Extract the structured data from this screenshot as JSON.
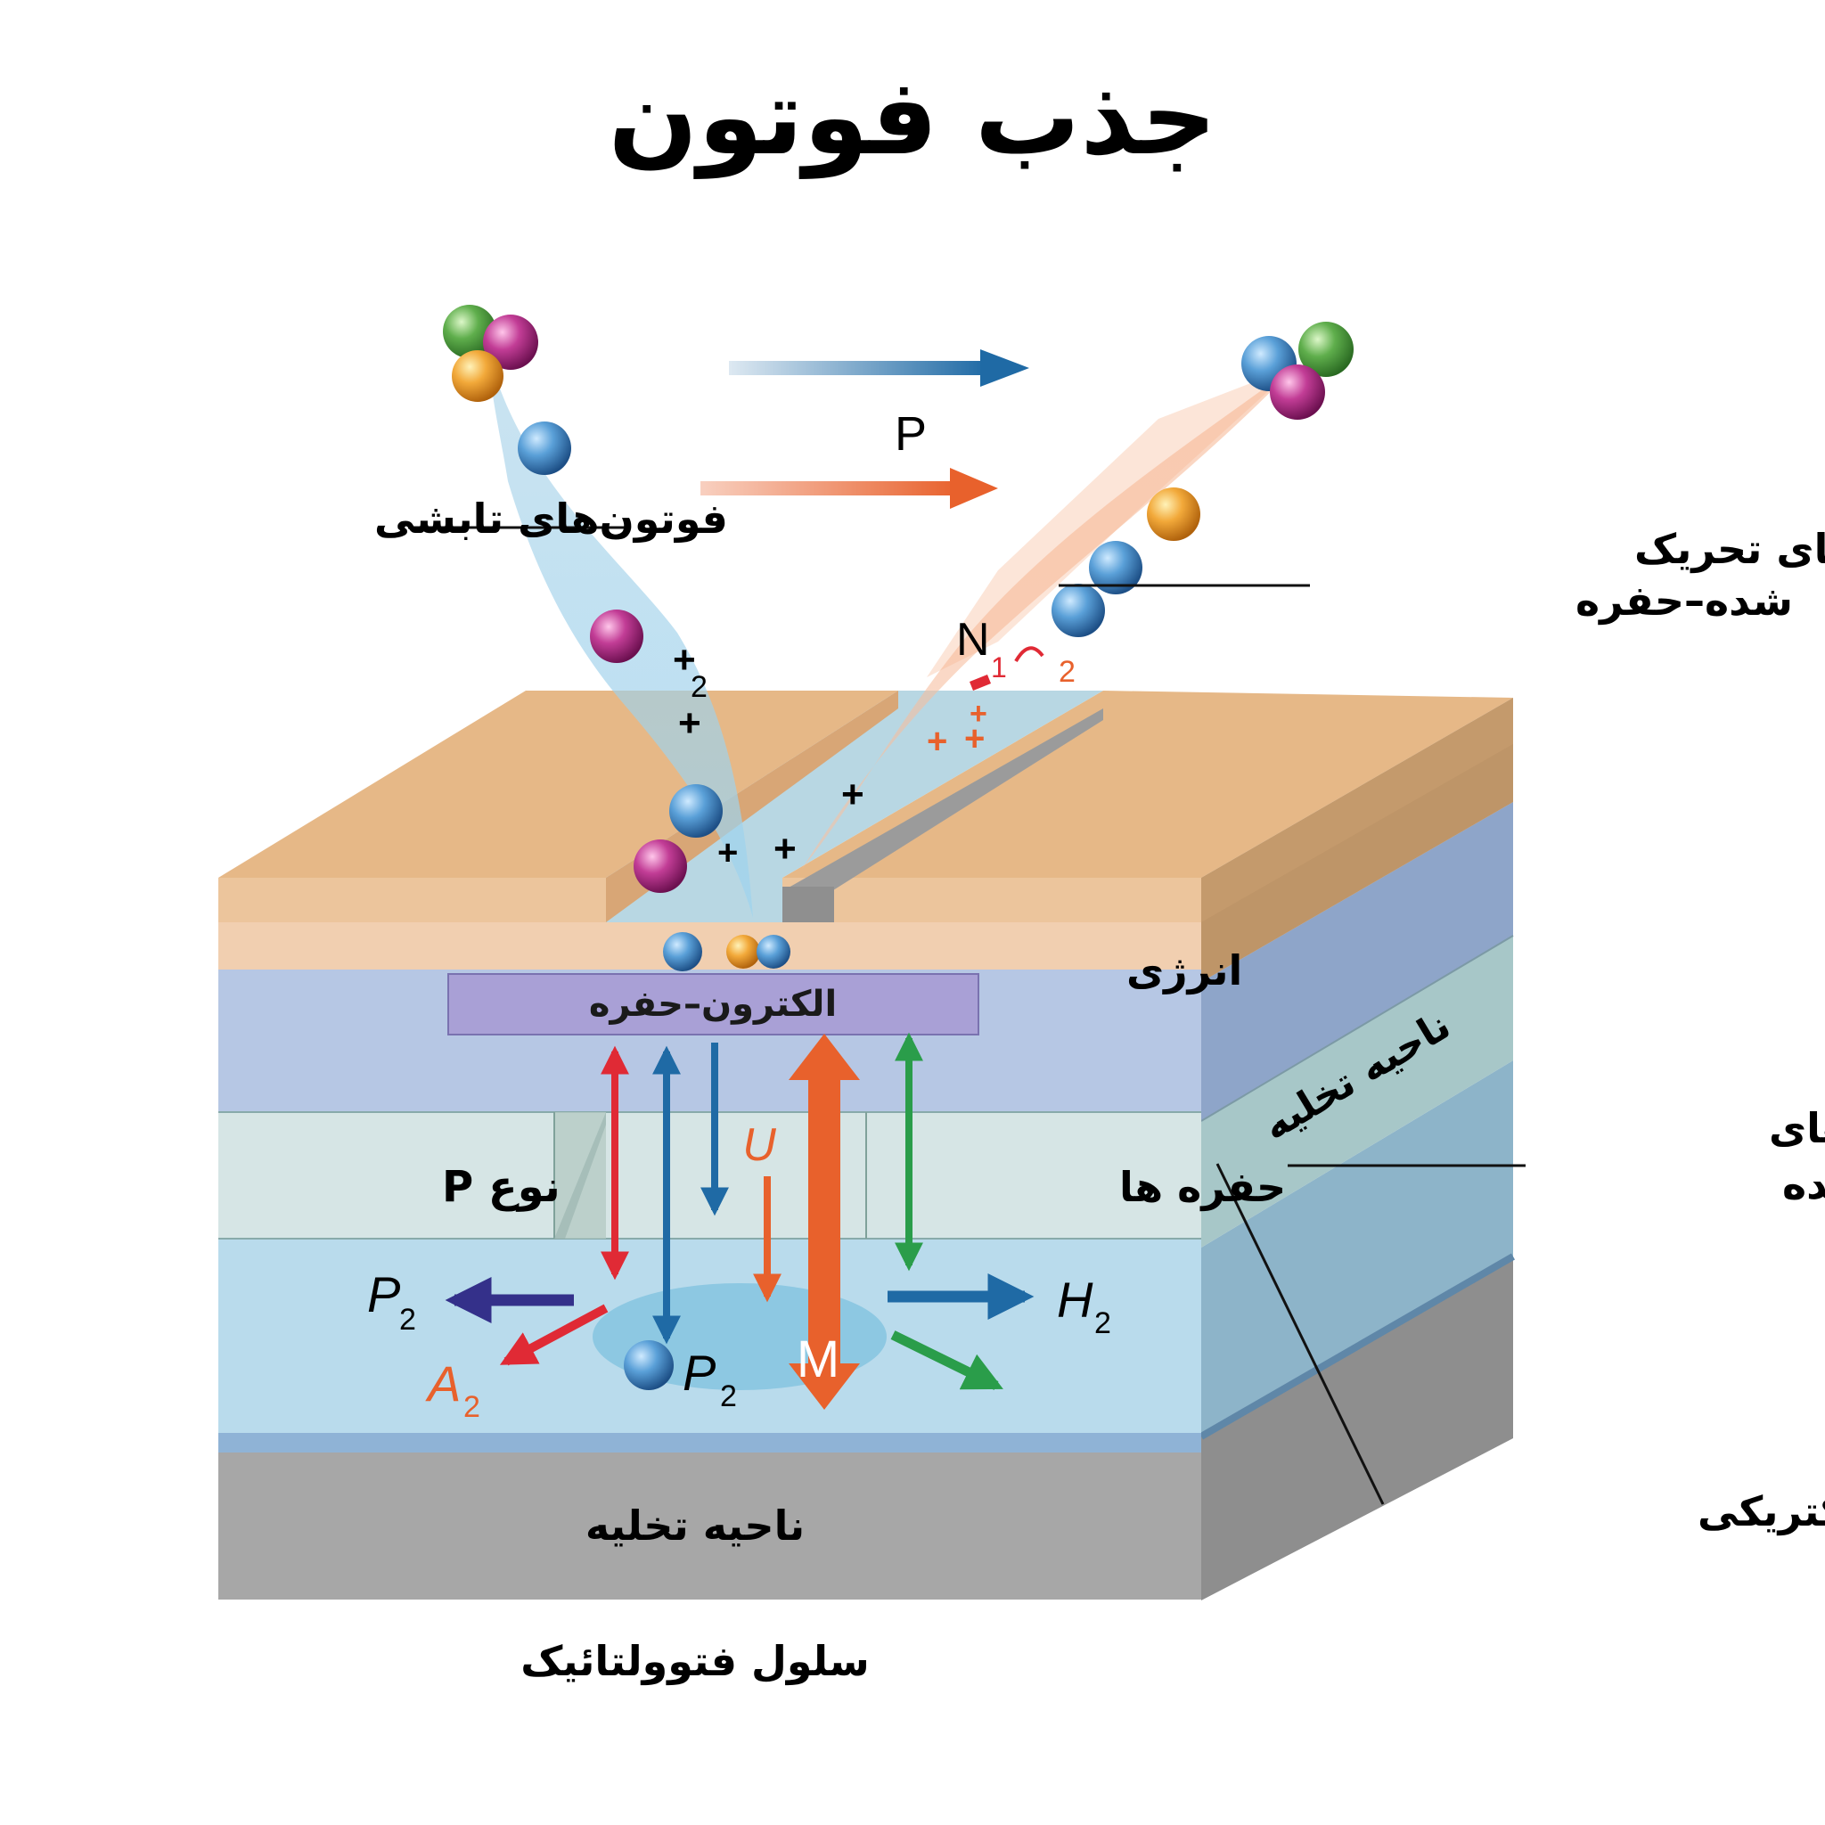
{
  "title": "جذب فوتون",
  "labels": {
    "incident_photons": "فوتون‌های تابشی",
    "excited_pairs_top_line1": "جفت‌های تحریک",
    "excited_pairs_top_line2": "شده–حفره",
    "energy": "انرژی",
    "electron_hole": "الکترون–حفره",
    "p_type": "نوع P",
    "holes": "حفره ها",
    "depletion_side": "ناحیه تخلیه",
    "excited_pairs_side_line1": "جفت های",
    "excited_pairs_side_line2": "تحریک شده",
    "electric_current": "جریان الکتریکی",
    "depletion_bottom": "ناحیه تخلیه",
    "photovoltaic_cell": "سلول فتوولتائیک"
  },
  "symbols": {
    "P_top": "P",
    "N": "N",
    "N_sub": "1",
    "N_tail": "2",
    "U": "U",
    "M": "M",
    "P2_left": "P",
    "P2_left_sub": "2",
    "A2": "A",
    "A2_sub": "2",
    "P2_mid": "P",
    "P2_mid_sub": "2",
    "H2": "H",
    "H2_sub": "2",
    "plus": "+",
    "plus_sub": "2"
  },
  "colors": {
    "blue_arrow": "#1f6aa5",
    "orange_arrow": "#e8612c",
    "red_arrow": "#e02a35",
    "green_arrow": "#2a9d4a",
    "navy_arrow": "#34308a",
    "electrode": "#e3b584",
    "depletion_band": "#b6c7e4",
    "p_layer": "#d8e6e6",
    "n_layer": "#b7d9ea",
    "substrate": "#a9a9a9"
  }
}
